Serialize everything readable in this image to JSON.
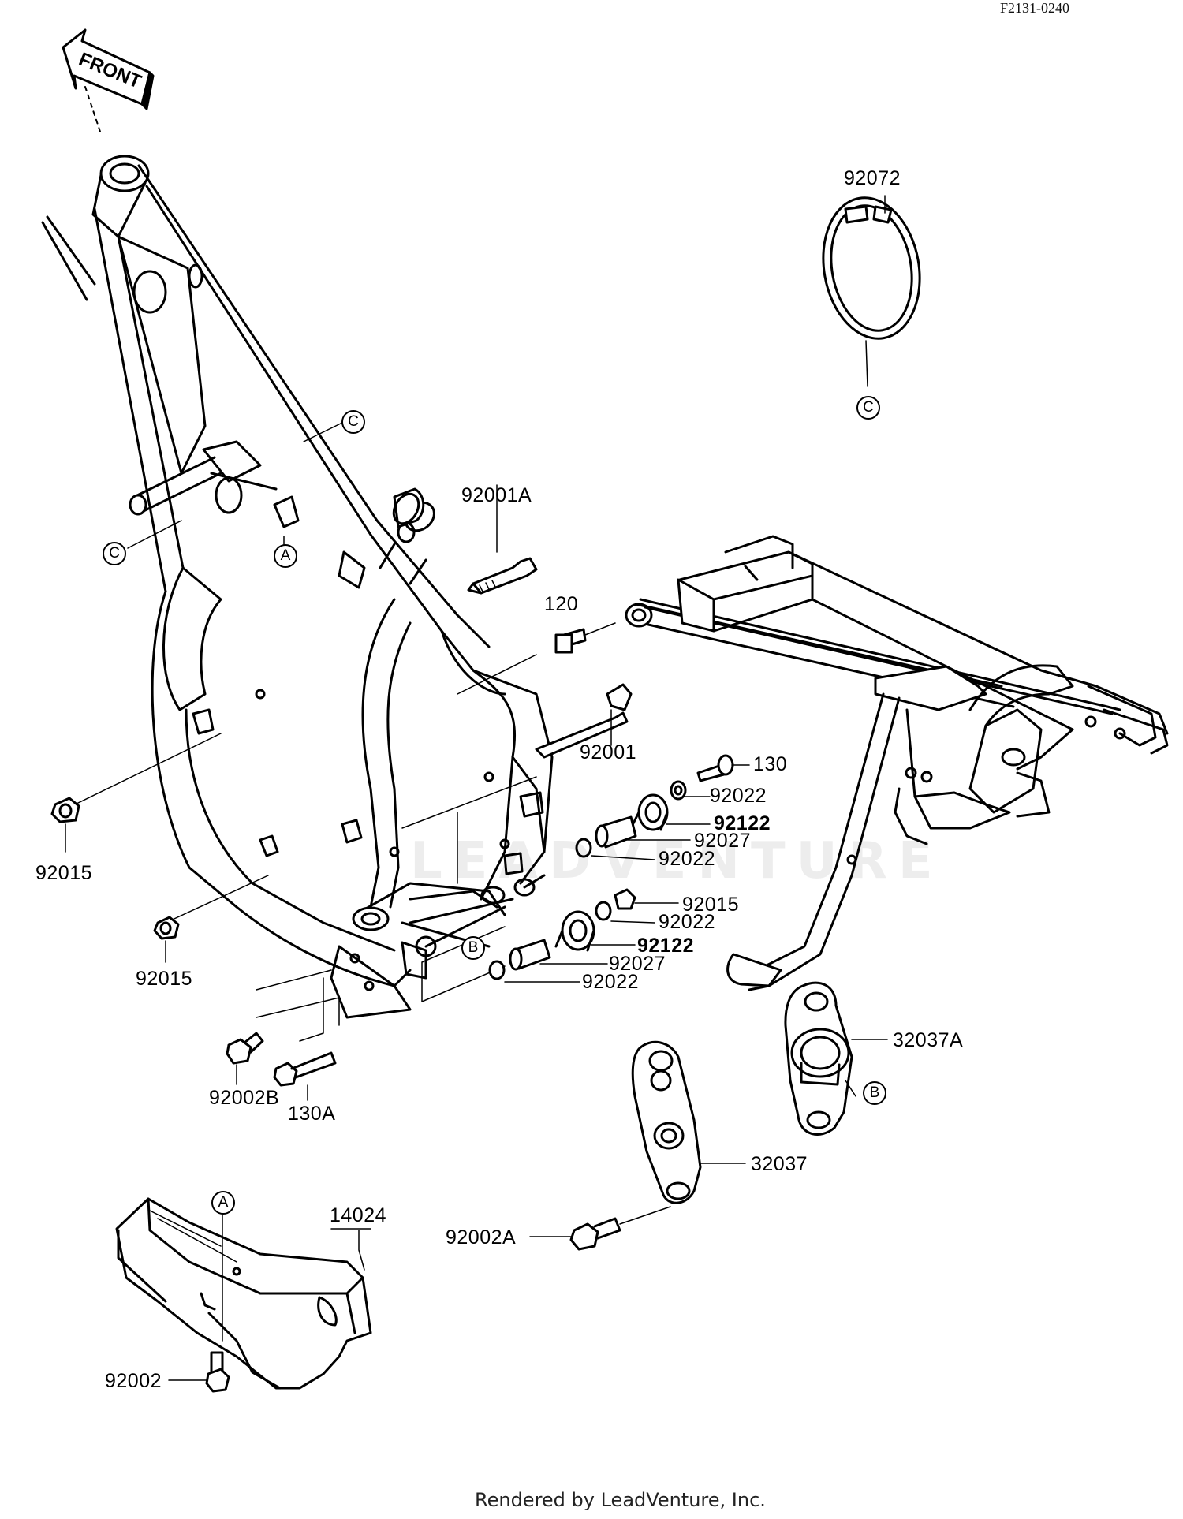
{
  "diagram_code": "F2131-0240",
  "front_arrow_text": "FRONT",
  "watermark_text": "LEADVENTURE",
  "footer": "Rendered by LeadVenture, Inc.",
  "part_labels": {
    "p92072": "92072",
    "p92001A": "92001A",
    "p120": "120",
    "p92001": "92001",
    "p130": "130",
    "p92022_a": "92022",
    "p92122_a": "92122",
    "p92027_a": "92027",
    "p92022_b": "92022",
    "p92015_right": "92015",
    "p92022_c": "92022",
    "p92122_b": "92122",
    "p92027_b": "92027",
    "p92022_d": "92022",
    "p92015_left": "92015",
    "p92015_mid": "92015",
    "p32037A": "32037A",
    "p32037": "32037",
    "p92002B": "92002B",
    "p130A": "130A",
    "p14024": "14024",
    "p92002A": "92002A",
    "p92002": "92002"
  },
  "reference_markers": {
    "c_ring": "C",
    "c_frame_top": "C",
    "c_frame_left": "C",
    "a_frame": "A",
    "a_guard": "A",
    "b_frame": "B",
    "b_plate": "B"
  },
  "colors": {
    "ink": "#000000",
    "background": "#ffffff"
  }
}
